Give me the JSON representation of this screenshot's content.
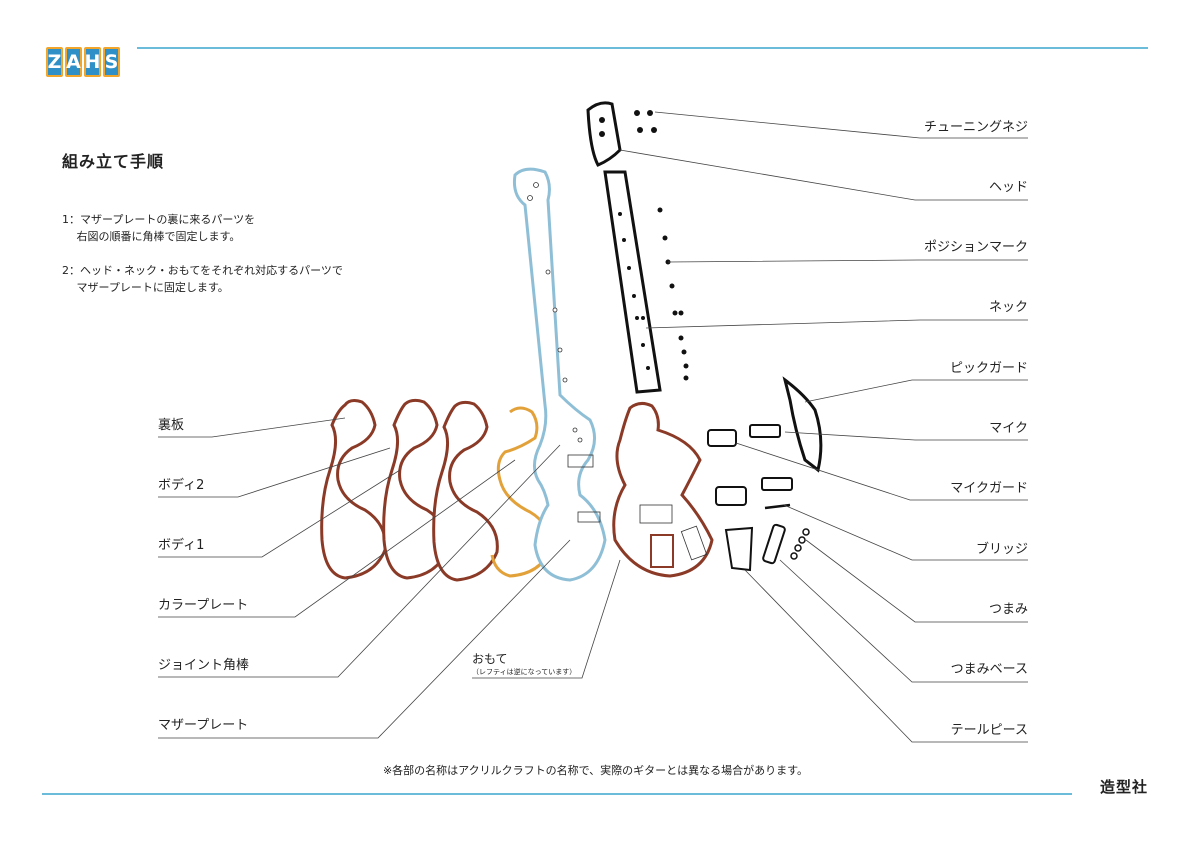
{
  "logo": {
    "text": "ZAHS",
    "letters": [
      "Z",
      "A",
      "H",
      "S"
    ]
  },
  "instructions": {
    "title": "組み立て手順",
    "steps": [
      "1：マザープレートの裏に来るパーツを\n　 右図の順番に角棒で固定します。",
      "2：ヘッド・ネック・おもてをそれぞれ対応するパーツで\n　 マザープレートに固定します。"
    ]
  },
  "left_labels": [
    "裏板",
    "ボディ2",
    "ボディ1",
    "カラープレート",
    "ジョイント角棒",
    "マザープレート"
  ],
  "right_labels": [
    "チューニングネジ",
    "ヘッド",
    "ポジションマーク",
    "ネック",
    "ピックガード",
    "マイク",
    "マイクガード",
    "ブリッジ",
    "つまみ",
    "つまみベース",
    "テールピース"
  ],
  "front_label": {
    "main": "おもて",
    "sub": "（レフティは逆になっています）"
  },
  "footnote": "※各部の名称はアクリルクラフトの名称で、実際のギターとは異なる場合があります。",
  "publisher": "造型社",
  "colors": {
    "header_line": "#3aa6cf",
    "logo_blue": "#2f8fc7",
    "logo_orange": "#f2a52b",
    "brown": "#8a3a26",
    "orange": "#e3a13a",
    "light_blue": "#8fbfd6",
    "leader": "#444444"
  }
}
